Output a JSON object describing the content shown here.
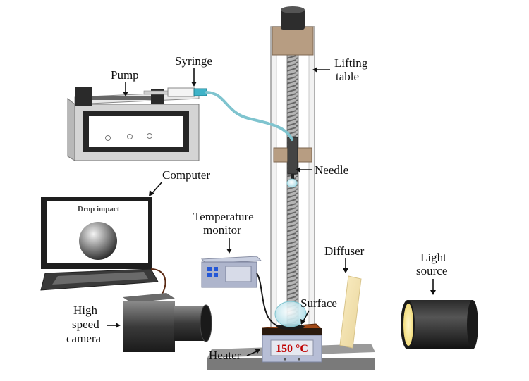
{
  "labels": {
    "pump": "Pump",
    "syringe": "Syringe",
    "lifting_table_1": "Lifting",
    "lifting_table_2": "table",
    "needle": "Needle",
    "computer": "Computer",
    "screen_title": "Drop impact",
    "temperature_monitor_1": "Temperature",
    "temperature_monitor_2": "monitor",
    "diffuser": "Diffuser",
    "light_source_1": "Light",
    "light_source_2": "source",
    "surface": "Surface",
    "high_speed_camera_1": "High",
    "high_speed_camera_2": "speed",
    "high_speed_camera_3": "camera",
    "heater": "Heater",
    "heater_display": "150 °C"
  },
  "colors": {
    "heater_display_text": "#c00000",
    "tubing": "#7fc4cf",
    "syringe_tip": "#3fb3c8"
  }
}
